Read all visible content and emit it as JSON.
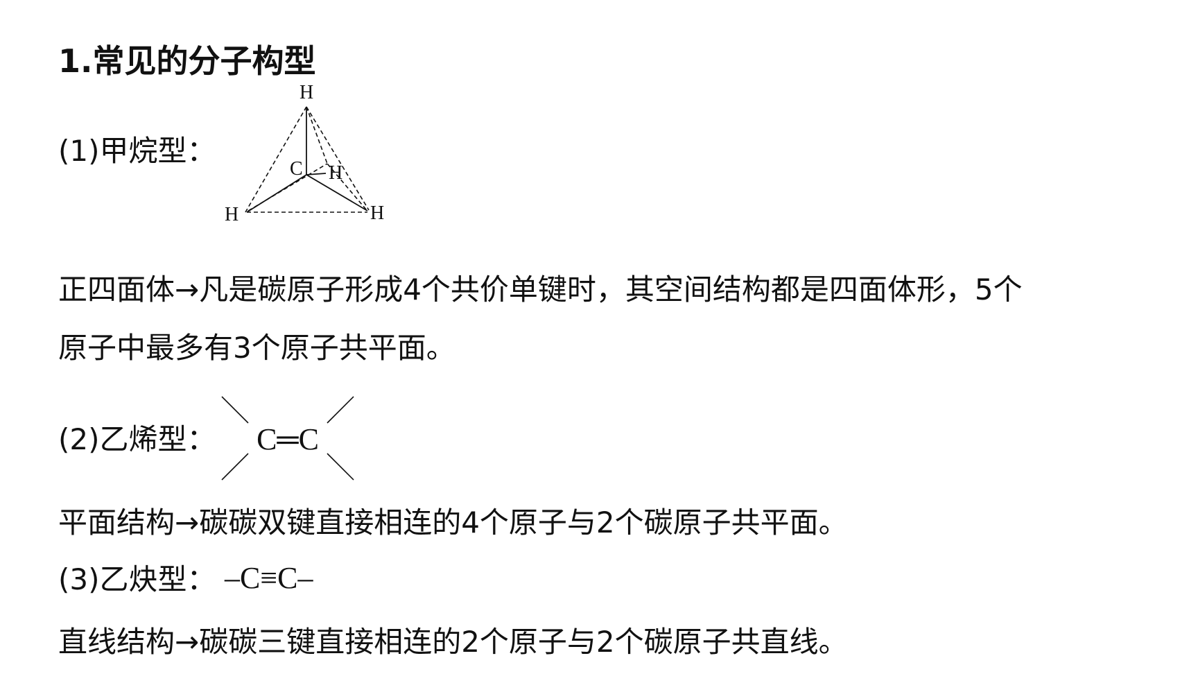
{
  "heading": "1.常见的分子构型",
  "methane": {
    "label": "(1)甲烷型：",
    "atoms": {
      "top_h": "H",
      "carbon": "C",
      "back_h": "H",
      "left_h": "H",
      "right_h": "H"
    },
    "description_line1": "正四面体→凡是碳原子形成4个共价单键时，其空间结构都是四面体形，5个",
    "description_line2": "原子中最多有3个原子共平面。"
  },
  "ethylene": {
    "label": "(2)乙烯型：",
    "formula": "C═C",
    "description": "平面结构→碳碳双键直接相连的4个原子与2个碳原子共平面。"
  },
  "acetylene": {
    "label": "(3)乙炔型：",
    "formula": "–C≡C–",
    "description": "直线结构→碳碳三键直接相连的2个原子与2个碳原子共直线。"
  }
}
